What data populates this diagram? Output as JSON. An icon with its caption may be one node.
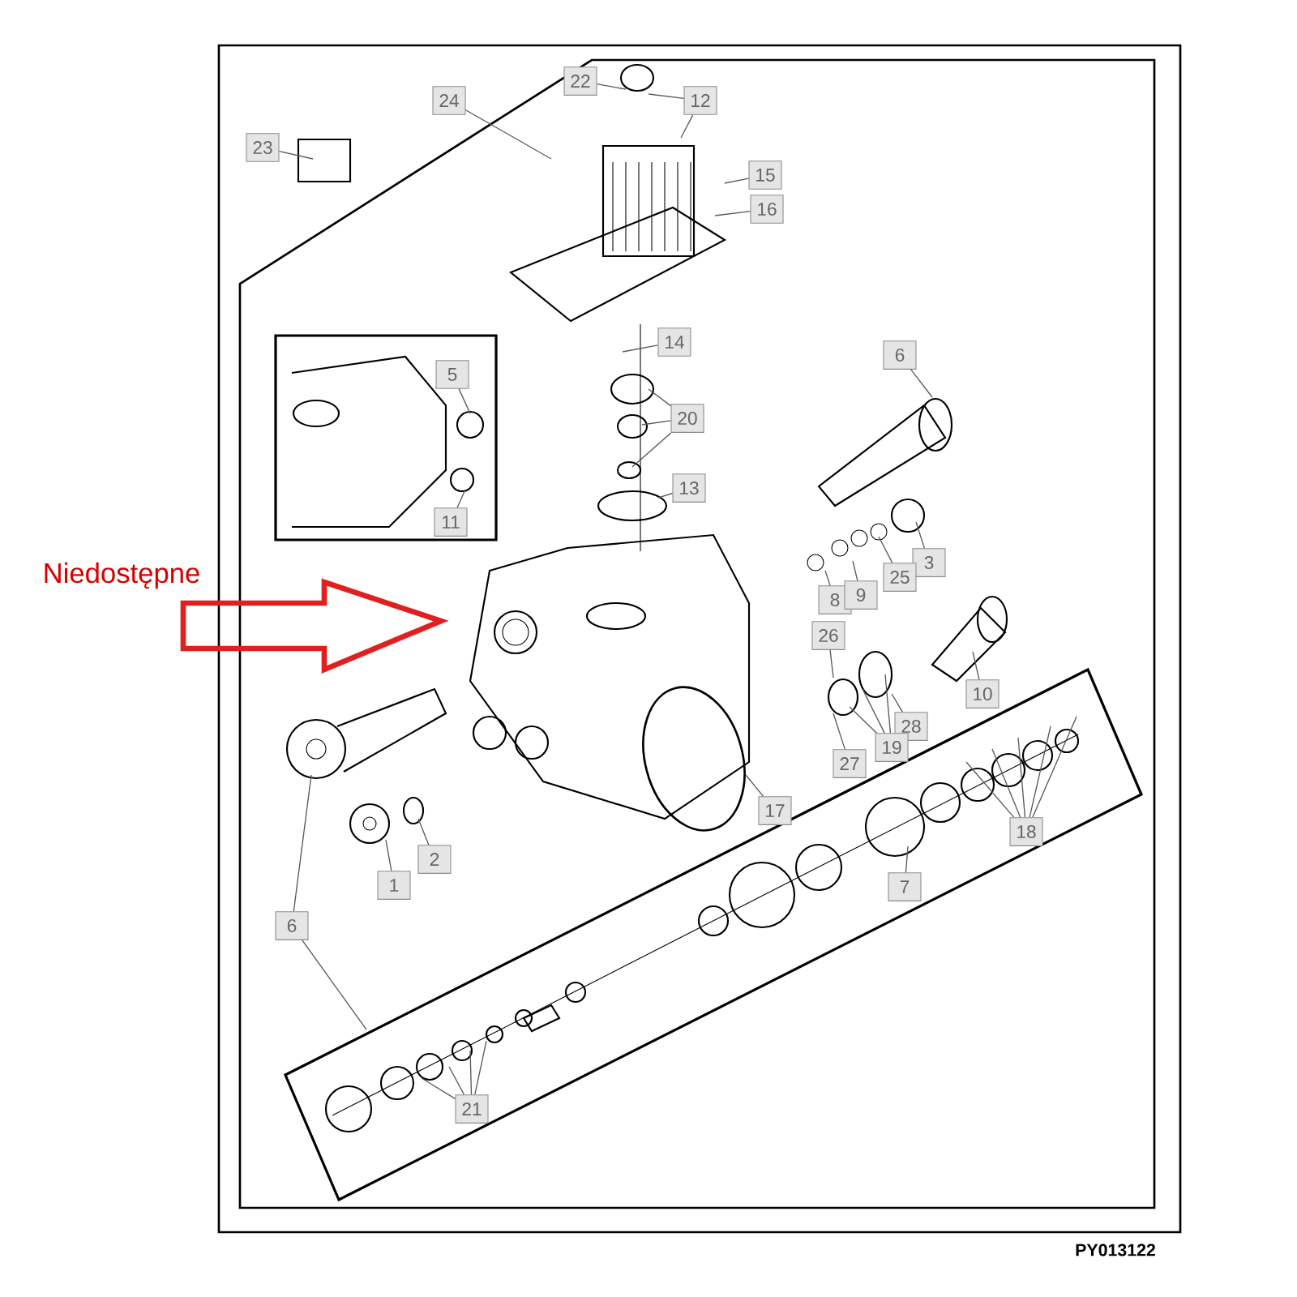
{
  "diagram": {
    "nodes": [
      {
        "text": [
          "Niedostępne"
        ]
      },
      {
        "text": [
          "22"
        ]
      },
      {
        "text": [
          "12"
        ]
      },
      {
        "text": [
          "24"
        ]
      },
      {
        "text": [
          "23"
        ]
      },
      {
        "text": [
          "15"
        ]
      },
      {
        "text": [
          "16"
        ]
      },
      {
        "text": [
          "14"
        ]
      },
      {
        "text": [
          "5"
        ]
      },
      {
        "text": [
          "6"
        ]
      },
      {
        "text": [
          "20"
        ]
      },
      {
        "text": [
          "13"
        ]
      },
      {
        "text": [
          "11"
        ]
      },
      {
        "text": [
          "3"
        ]
      },
      {
        "text": [
          "8"
        ]
      },
      {
        "text": [
          "9"
        ]
      },
      {
        "text": [
          "25"
        ]
      },
      {
        "text": [
          "26"
        ]
      },
      {
        "text": [
          "10"
        ]
      },
      {
        "text": [
          "28"
        ]
      },
      {
        "text": [
          "19"
        ]
      },
      {
        "text": [
          "27"
        ]
      },
      {
        "text": [
          "17"
        ]
      },
      {
        "text": [
          "18"
        ]
      },
      {
        "text": [
          "7"
        ]
      },
      {
        "text": [
          "2"
        ]
      },
      {
        "text": [
          "1"
        ]
      },
      {
        "text": [
          "6"
        ]
      },
      {
        "text": [
          "21"
        ]
      }
    ],
    "edges": [
      {
        "from": 0,
        "to": null,
        "arrow": "to",
        "style": "thick",
        "color": "#e02020"
      },
      {
        "from": 1,
        "to": null,
        "arrow": "none"
      },
      {
        "from": 2,
        "to": null,
        "arrow": "none"
      },
      {
        "from": 2,
        "to": null,
        "arrow": "none"
      },
      {
        "from": 3,
        "to": null,
        "arrow": "none"
      },
      {
        "from": 4,
        "to": null,
        "arrow": "none"
      },
      {
        "from": 5,
        "to": null,
        "arrow": "none"
      },
      {
        "from": 6,
        "to": null,
        "arrow": "none"
      },
      {
        "from": 7,
        "to": null,
        "arrow": "none"
      },
      {
        "from": 8,
        "to": null,
        "arrow": "none"
      },
      {
        "from": 9,
        "to": null,
        "arrow": "none"
      },
      {
        "from": 10,
        "to": null,
        "arrow": "none"
      },
      {
        "from": 10,
        "to": null,
        "arrow": "none"
      },
      {
        "from": 10,
        "to": null,
        "arrow": "none"
      },
      {
        "from": 11,
        "to": null,
        "arrow": "none"
      },
      {
        "from": 12,
        "to": null,
        "arrow": "none"
      },
      {
        "from": 13,
        "to": null,
        "arrow": "none"
      },
      {
        "from": 14,
        "to": null,
        "arrow": "none"
      },
      {
        "from": 15,
        "to": null,
        "arrow": "none"
      },
      {
        "from": 16,
        "to": null,
        "arrow": "none"
      },
      {
        "from": 17,
        "to": null,
        "arrow": "none"
      },
      {
        "from": 18,
        "to": null,
        "arrow": "none"
      },
      {
        "from": 19,
        "to": null,
        "arrow": "none"
      },
      {
        "from": 20,
        "to": null,
        "arrow": "none"
      },
      {
        "from": 20,
        "to": null,
        "arrow": "none"
      },
      {
        "from": 20,
        "to": null,
        "arrow": "none"
      },
      {
        "from": 21,
        "to": null,
        "arrow": "none"
      },
      {
        "from": 22,
        "to": null,
        "arrow": "none"
      },
      {
        "from": 23,
        "to": null,
        "arrow": "none"
      },
      {
        "from": 23,
        "to": null,
        "arrow": "none"
      },
      {
        "from": 23,
        "to": null,
        "arrow": "none"
      },
      {
        "from": 23,
        "to": null,
        "arrow": "none"
      },
      {
        "from": 23,
        "to": null,
        "arrow": "none"
      },
      {
        "from": 24,
        "to": null,
        "arrow": "none"
      },
      {
        "from": 25,
        "to": null,
        "arrow": "none"
      },
      {
        "from": 26,
        "to": null,
        "arrow": "none"
      },
      {
        "from": 27,
        "to": null,
        "arrow": "none"
      },
      {
        "from": 27,
        "to": null,
        "arrow": "none"
      },
      {
        "from": 28,
        "to": null,
        "arrow": "none"
      },
      {
        "from": 28,
        "to": null,
        "arrow": "none"
      },
      {
        "from": 28,
        "to": null,
        "arrow": "none"
      },
      {
        "from": 28,
        "to": null,
        "arrow": "none"
      }
    ],
    "labels": [
      "PY013122"
    ]
  }
}
